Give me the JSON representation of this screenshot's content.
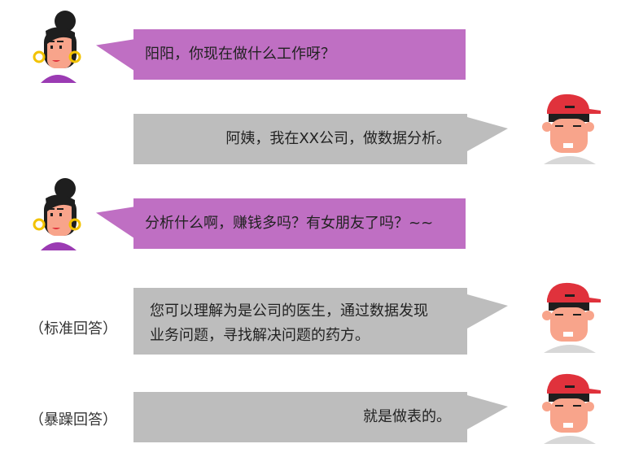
{
  "colors": {
    "aunt_bubble": "#bf6fc3",
    "reply_bubble": "#bdbdbd"
  },
  "avatars": {
    "aunt": "woman-with-bun-avatar",
    "youth": "boy-with-red-cap-avatar"
  },
  "conversation": [
    {
      "speaker": "aunt",
      "text": "阳阳，你现在做什么工作呀？"
    },
    {
      "speaker": "youth",
      "text": "阿姨，我在XX公司，做数据分析。"
    },
    {
      "speaker": "aunt",
      "text": "分析什么啊，赚钱多吗？有女朋友了吗？~~"
    },
    {
      "speaker": "youth",
      "label": "（标准回答）",
      "lines": [
        "您可以理解为是公司的医生，通过数据发现",
        "业务问题，寻找解决问题的药方。"
      ]
    },
    {
      "speaker": "youth",
      "label": "（暴躁回答）",
      "text": "就是做表的。"
    }
  ]
}
